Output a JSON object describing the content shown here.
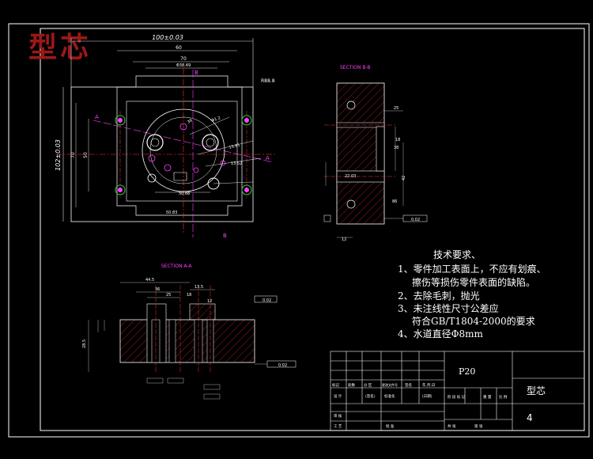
{
  "title": "型芯",
  "colors": {
    "border": "#ffffff",
    "part": "#ffffff",
    "dim": "#dcdcdc",
    "center": "#ff3030",
    "hatch": "#ff3030",
    "section_label": "#ff40ff",
    "hole": "#ff40ff",
    "hole_ring": "#2ecc40",
    "title_red": "#9a1818"
  },
  "views": {
    "front": {
      "dim_total_width": "100±0.03",
      "dim_height": "102±0.03",
      "dim_inner_width": "60",
      "dim_70": "70",
      "dim_left_70": "70",
      "dim_left_50": "50",
      "dim_r": "R88.8",
      "dim_36": "36",
      "dim_phi": "Φ38.49",
      "dim_bottom": "50.66",
      "dim_bottom2": "50.83",
      "dim_h": "15.81",
      "dim_diag1": "Φ1 2",
      "dim_diag2": "13.52",
      "section_a": "A",
      "section_b": "B"
    },
    "section_bb": {
      "label": "SECTION B-B",
      "dim_25": "25",
      "dim_18": "18",
      "dim_38": "38",
      "dim_42": "42",
      "dim_86": "86",
      "dim_12": "12",
      "dim_h": "22.03",
      "dim_tol": "0.02"
    },
    "section_aa": {
      "label": "SECTION A-A",
      "dim_445": "44.5",
      "dim_36": "36",
      "dim_25": "25",
      "dim_18": "18",
      "dim_135": "13.5",
      "dim_12": "12",
      "dim_h": "28.5",
      "dim_tol1": "0.02",
      "dim_tol2": "0.02"
    }
  },
  "tech_requirements": {
    "heading": "技术要求、",
    "items": [
      "1、零件加工表面上，不应有划痕、",
      "擦伤等损伤零件表面的缺陷。",
      "2、去除毛刺，抛光",
      "3、未注线性尺寸公差应",
      "符合GB/T1804-2000的要求",
      "4、水道直径Φ8mm"
    ]
  },
  "title_block": {
    "material": "P20",
    "part_name": "型芯",
    "sheet_no": "4",
    "cells": {
      "mark": "标记",
      "count": "处数",
      "zone": "分 区",
      "change_doc": "更改文件号",
      "sign": "签名",
      "date": "年.月.日",
      "design": "设 计",
      "sig_paren": "(签名)",
      "standard": "标准化",
      "date_paren": "(日期)",
      "stage": "阶 段 标 记",
      "weight": "重 量",
      "scale": "比 例",
      "review": "审 核",
      "process": "工 艺",
      "approve": "批 准",
      "total": "共    张",
      "sheet": "第    张"
    }
  }
}
